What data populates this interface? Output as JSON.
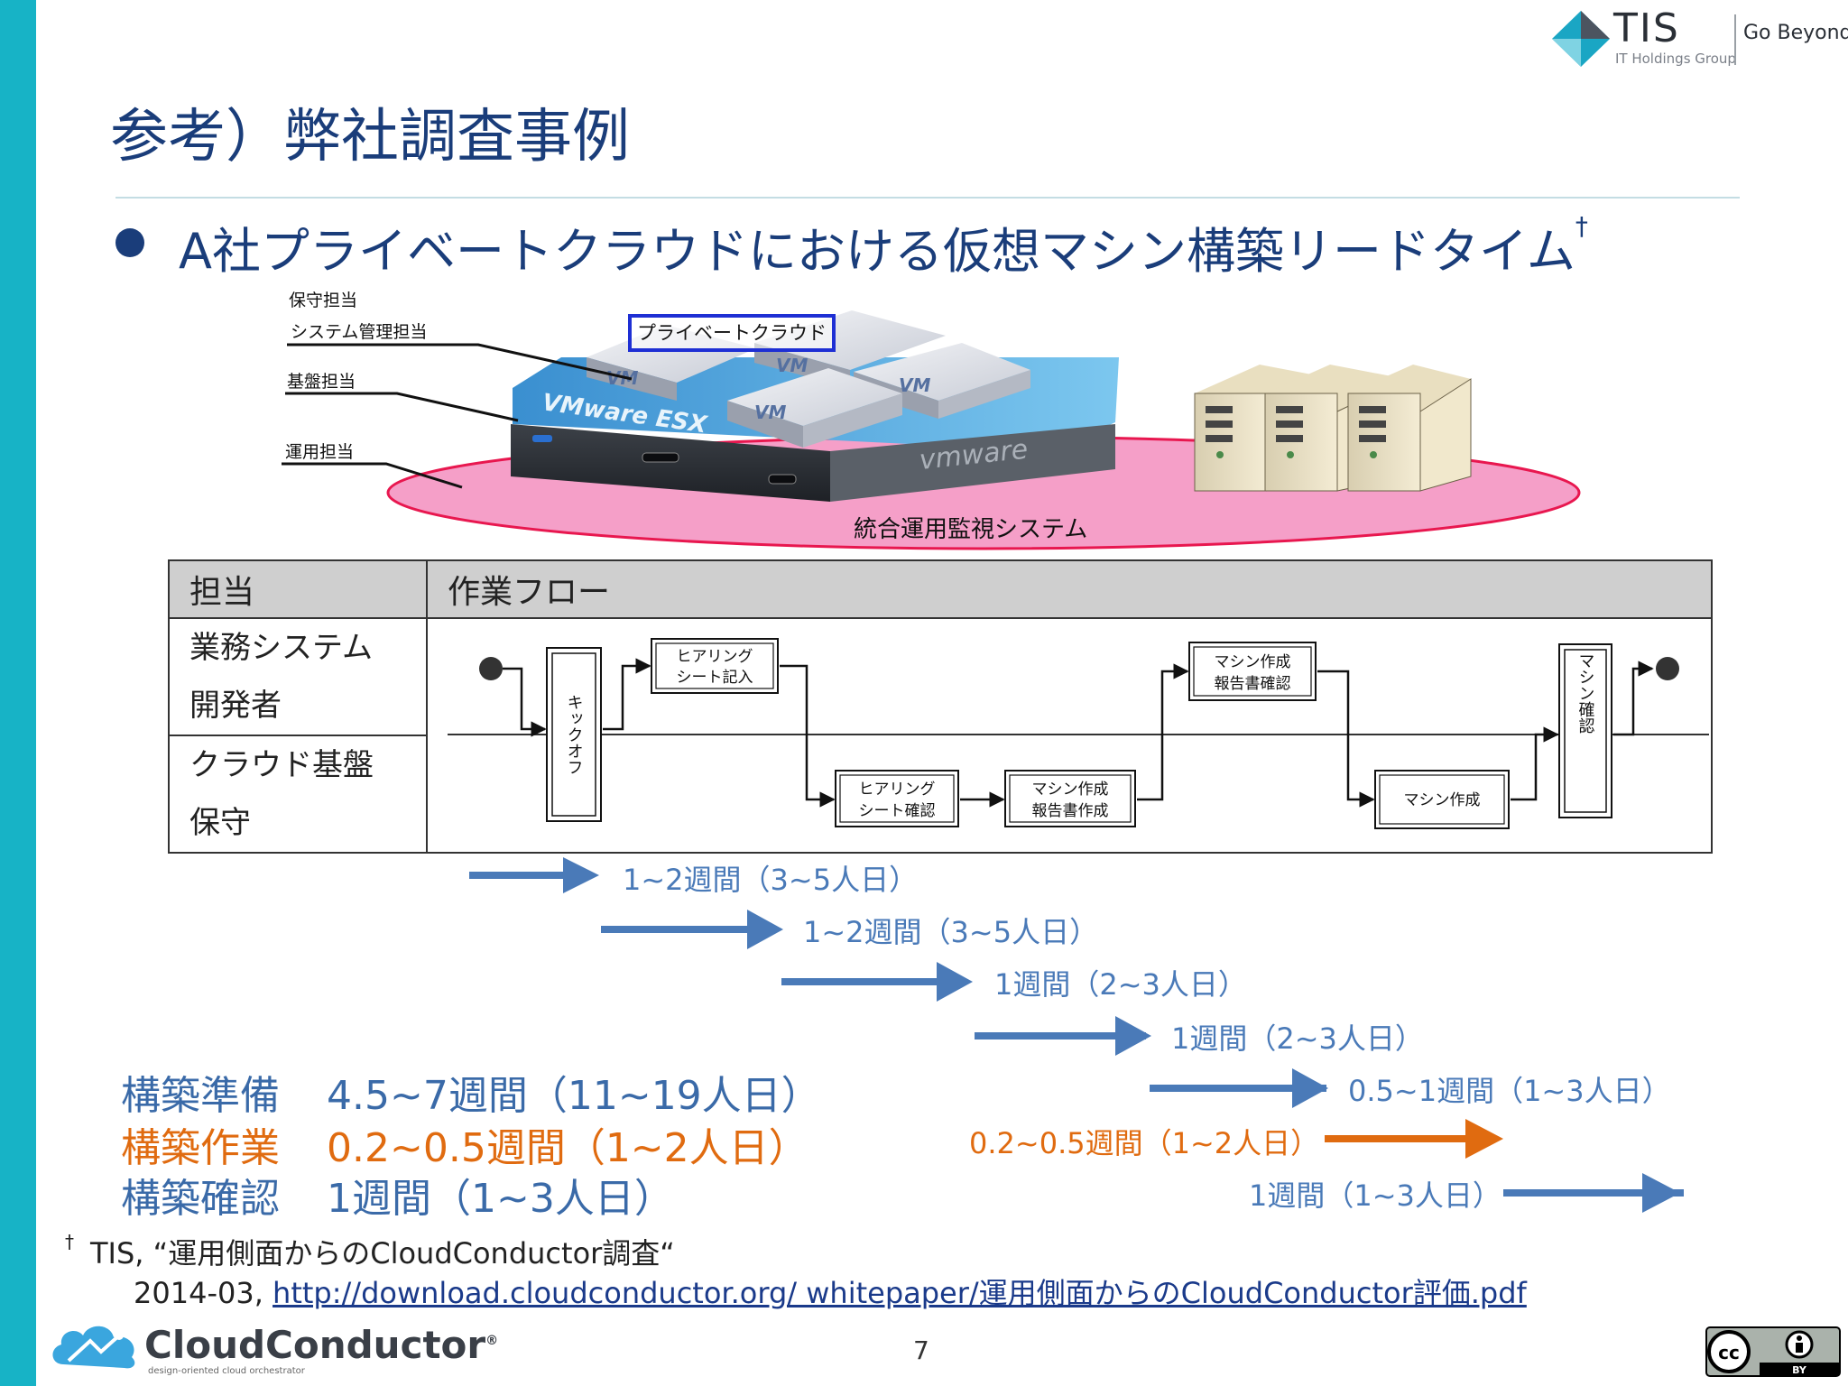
{
  "header": {
    "brand": "TIS",
    "brand_sub": "IT Holdings Group",
    "tagline": "Go Beyond"
  },
  "slide": {
    "title": "参考）弊社調査事例",
    "subtitle": "A社プライベートクラウドにおける仮想マシン構築リードタイム",
    "subtitle_mark": "†",
    "page_number": "7"
  },
  "illustration": {
    "roles": [
      "保守担当",
      "システム管理担当",
      "基盤担当",
      "運用担当"
    ],
    "private_cloud_label": "プライベートクラウド",
    "monitoring_label": "統合運用監視システム",
    "vm_text": "VM",
    "esx_text": "VMware ESX",
    "vmware_text": "vmware"
  },
  "flow_table": {
    "header_role": "担当",
    "header_flow": "作業フロー",
    "row1_lines": [
      "業務システム",
      "開発者"
    ],
    "row2_lines": [
      "クラウド基盤",
      "保守"
    ],
    "steps": {
      "kickoff": "キックオフ",
      "hearing_fill_1": "ヒアリング",
      "hearing_fill_2": "シート記入",
      "hearing_check_1": "ヒアリング",
      "hearing_check_2": "シート確認",
      "report_create_1": "マシン作成",
      "report_create_2": "報告書作成",
      "report_check_1": "マシン作成",
      "report_check_2": "報告書確認",
      "machine_create": "マシン作成",
      "machine_confirm": "マシン確認"
    }
  },
  "durations": [
    {
      "text": "1~2週間（3~5人日）"
    },
    {
      "text": "1~2週間（3~5人日）"
    },
    {
      "text": "1週間（2~3人日）"
    },
    {
      "text": "1週間（2~3人日）"
    },
    {
      "text": "0.5~1週間（1~3人日）"
    },
    {
      "text": "0.2~0.5週間（1~2人日）"
    },
    {
      "text": "1週間（1~3人日）"
    }
  ],
  "summary": [
    {
      "label": "構築準備",
      "value": "4.5~7週間（11~19人日）"
    },
    {
      "label": "構築作業",
      "value": "0.2~0.5週間（1~2人日）"
    },
    {
      "label": "構築確認",
      "value": "1週間（1~3人日）"
    }
  ],
  "colors": {
    "accent_bar": "#17b3c6",
    "title": "#1a3d7a",
    "arrow_blue": "#4a7ab8",
    "arrow_orange": "#e06b10",
    "ellipse_pink": "#f59fc8"
  },
  "footnote": {
    "mark": "†",
    "line1": "TIS, “運用側面からのCloudConductor調査“",
    "line2_prefix": "2014-03, ",
    "url": "http://download.cloudconductor.org/ whitepaper/運用側面からのCloudConductor評価.pdf"
  },
  "footer": {
    "logo_text": "CloudConductor",
    "logo_mark": "®",
    "logo_sub": "design-oriented cloud orchestrator",
    "license_badge": "cc-by-badge"
  }
}
